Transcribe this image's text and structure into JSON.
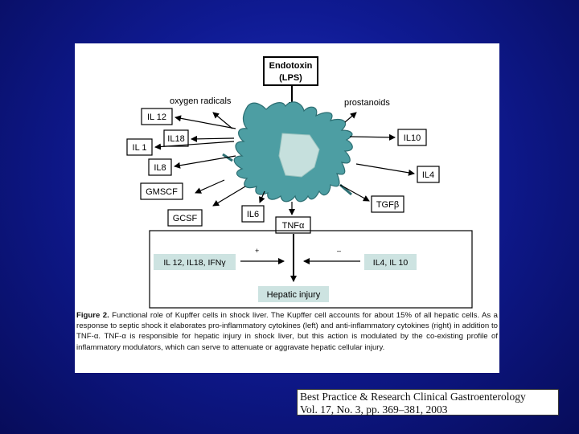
{
  "diagram": {
    "source_node": "Endotoxin\n(LPS)",
    "labels": {
      "oxygen_radicals": "oxygen radicals",
      "prostanoids": "prostanoids"
    },
    "left_cytokines": [
      "IL 12",
      "IL18",
      "IL 1",
      "IL8",
      "GMSCF",
      "GCSF",
      "IL6"
    ],
    "right_cytokines": [
      "IL10",
      "IL4",
      "TGFβ"
    ],
    "tnf": "TNFα",
    "pro_inflammatory": "IL 12, IL18, IFNγ",
    "anti_inflammatory": "IL4, IL 10",
    "plus_sign": "+",
    "minus_sign": "–",
    "outcome": "Hepatic injury",
    "colors": {
      "kupffer_cell": "#4d9ea3",
      "nucleus": "#c6e0dd",
      "box_fill": "#cde3e1"
    }
  },
  "caption": {
    "label": "Figure 2.",
    "text": " Functional role of Kupffer cells in shock liver. The Kupffer cell accounts for about 15% of all hepatic cells. As a response to septic shock it elaborates pro-inflammatory cytokines (left) and anti-inflammatory cytokines (right) in addition to TNF-α. TNF-α is responsible for hepatic injury in shock liver, but this action is modulated by the co-existing profile of inflammatory modulators, which can serve to attenuate or aggravate hepatic cellular injury."
  },
  "citation": {
    "line1": "Best Practice & Research Clinical Gastroenterology",
    "line2": "Vol. 17, No. 3, pp. 369–381, 2003"
  }
}
